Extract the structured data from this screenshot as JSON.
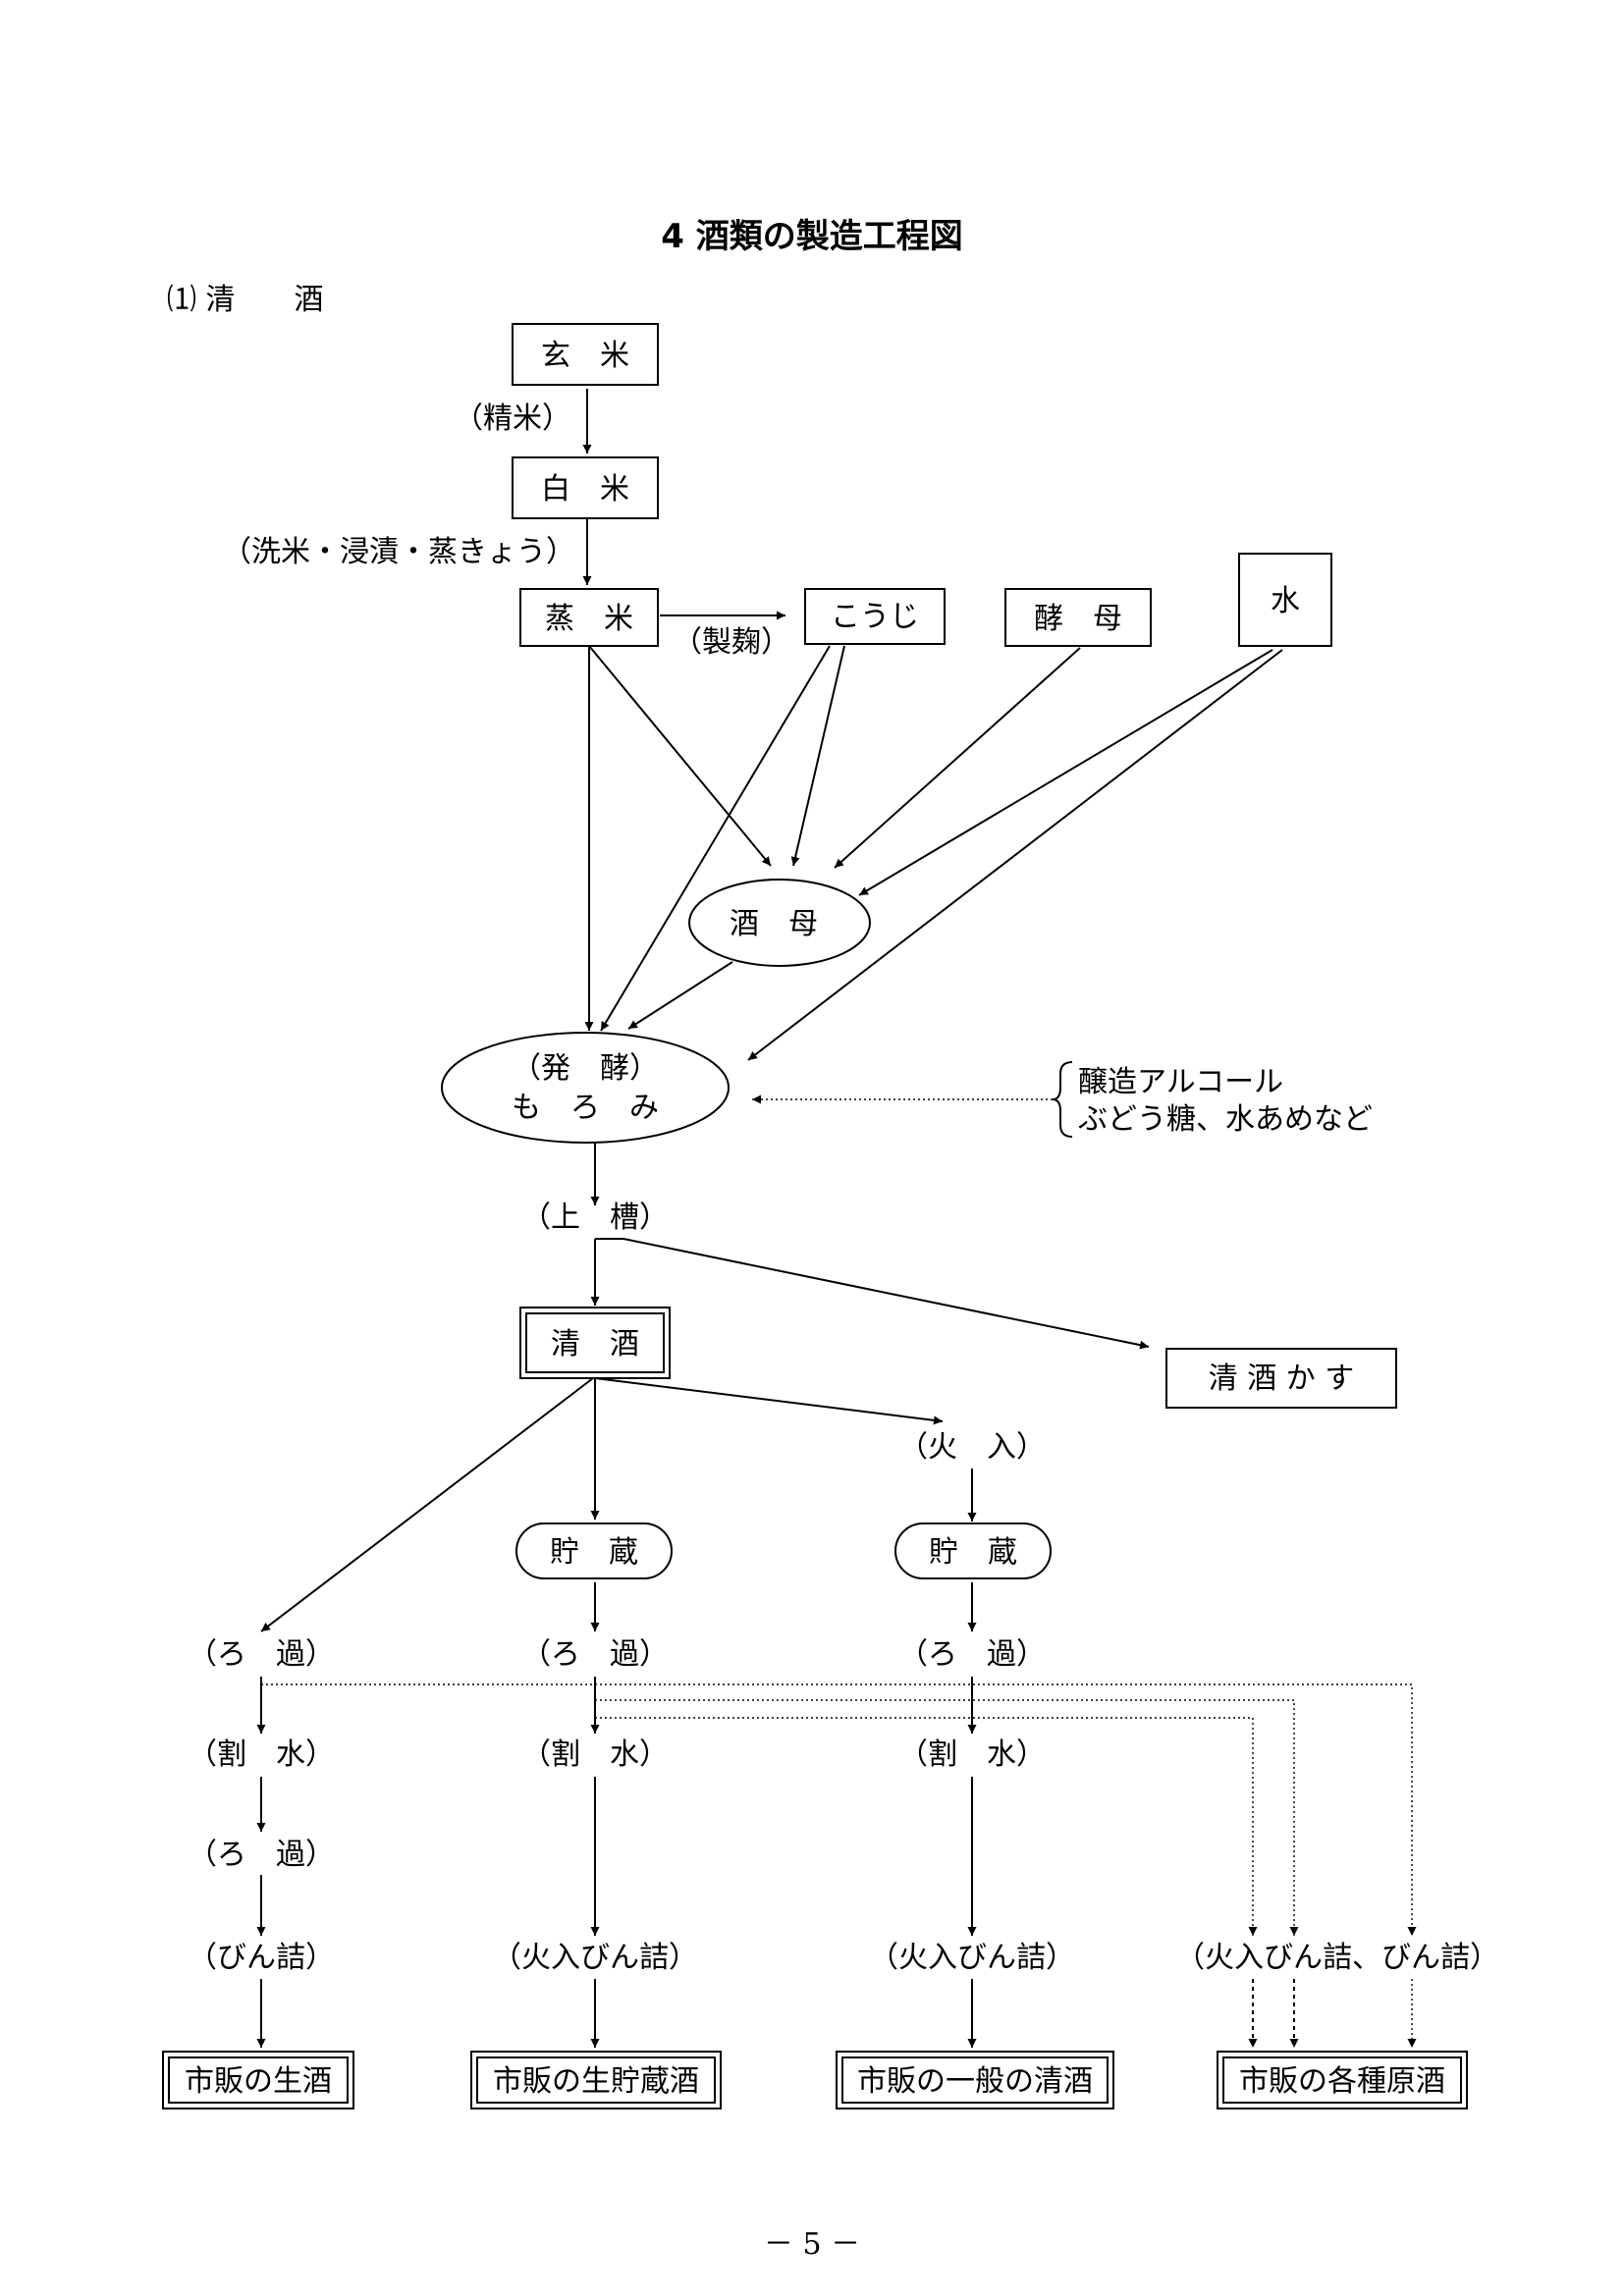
{
  "title": "4 酒類の製造工程図",
  "section": "⑴ 清　　酒",
  "nodes": {
    "genmai": "玄　米",
    "hakumai": "白　米",
    "mushimai": "蒸　米",
    "kouji": "こうじ",
    "koubo": "酵　母",
    "mizu": "水",
    "shubo": "酒　母",
    "moromi_1": "（発　酵）",
    "moromi_2": "も　ろ　み",
    "seishu": "清　酒",
    "kasu": "清 酒 か す",
    "chozo_a": "貯　蔵",
    "chozo_b": "貯　蔵"
  },
  "process_labels": {
    "seimai": "（精米）",
    "senmai": "（洗米・浸漬・蒸きょう）",
    "seikiku": "（製麹）",
    "jouso": "（上　槽）",
    "hiire": "（火　入）"
  },
  "additives": {
    "line1": "醸造アルコール",
    "line2": "ぶどう糖、水あめなど"
  },
  "columns": {
    "col1": [
      "（ろ　過）",
      "（割　水）",
      "（ろ　過）",
      "（びん詰）"
    ],
    "col2": [
      "（ろ　過）",
      "（割　水）",
      "（火入びん詰）"
    ],
    "col3": [
      "（ろ　過）",
      "（割　水）",
      "（火入びん詰）"
    ],
    "col4": [
      "（火入びん詰、びん詰）"
    ]
  },
  "products": {
    "p1": "市販の生酒",
    "p2": "市販の生貯蔵酒",
    "p3": "市販の一般の清酒",
    "p4": "市販の各種原酒"
  },
  "page_number": "－ 5 －"
}
